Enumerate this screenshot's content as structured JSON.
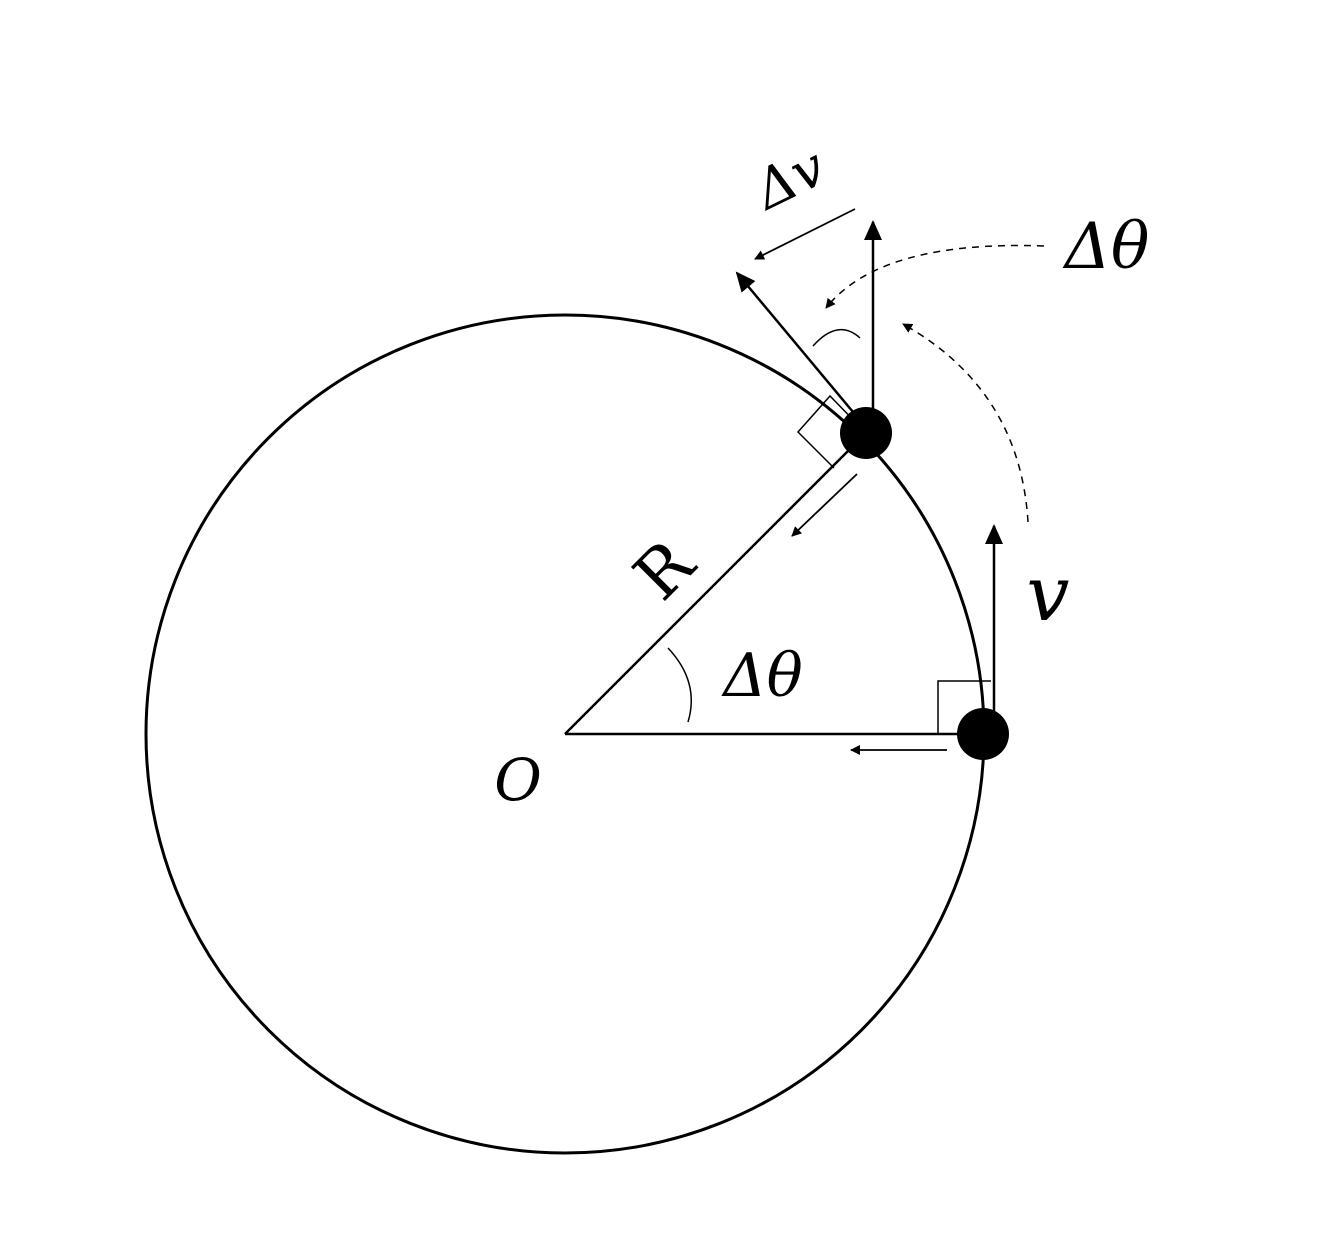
{
  "labels": {
    "radius": "R",
    "center": "O",
    "velocity": "v",
    "delta_v": "Δv",
    "delta_theta_center": "Δθ",
    "delta_theta_outer": "Δθ"
  },
  "colors": {
    "ink": "#000000",
    "background": "#ffffff"
  }
}
